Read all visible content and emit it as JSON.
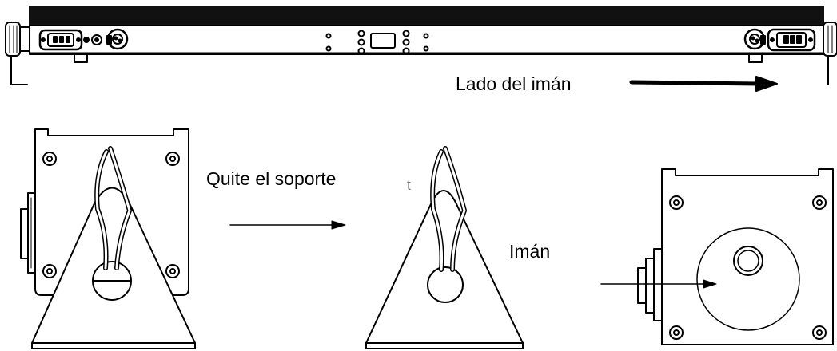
{
  "labels": {
    "magnet_side": "Lado del imán",
    "remove_bracket": "Quite el soporte",
    "magnet": "Imán",
    "stray_mark": "t"
  },
  "colors": {
    "line": "#000000",
    "bar_top": "#111111",
    "background": "#ffffff",
    "shadow": "#777777"
  },
  "icons": {
    "power_connector": "power-inlet-icon",
    "xlr_connector": "dmx-connector-icon",
    "display": "lcd-display-icon"
  }
}
